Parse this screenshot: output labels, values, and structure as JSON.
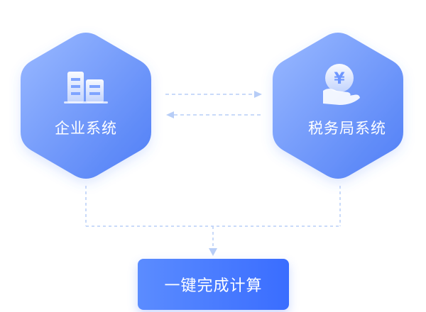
{
  "nodes": {
    "enterprise": {
      "label": "企业系统",
      "icon": "building-icon"
    },
    "tax_bureau": {
      "label": "税务局系统",
      "icon": "yuan-hand-icon"
    }
  },
  "action": {
    "label": "一键完成计算"
  },
  "colors": {
    "hex_gradient_start": "#8fb3ff",
    "hex_gradient_end": "#4e7ff7",
    "connector": "#b7cdf7",
    "button_start": "#5b8cff",
    "button_end": "#3a6dff"
  }
}
